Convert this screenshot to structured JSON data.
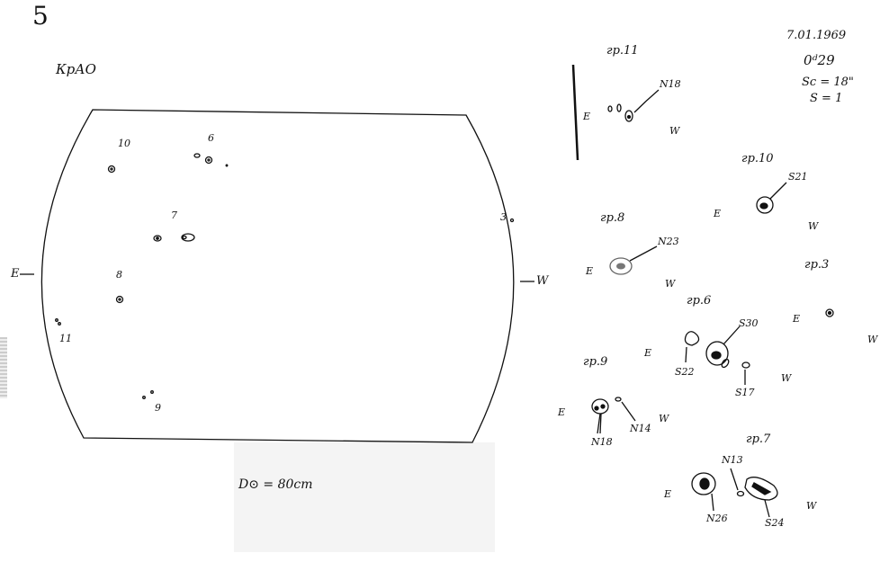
{
  "sheet_number": "5",
  "observatory": "КрАО",
  "disk": {
    "east_label": "E",
    "west_label": "W",
    "groups": [
      {
        "id": "10",
        "label": "10"
      },
      {
        "id": "6",
        "label": "6"
      },
      {
        "id": "7",
        "label": "7"
      },
      {
        "id": "3",
        "label": "3"
      },
      {
        "id": "8",
        "label": "8"
      },
      {
        "id": "11",
        "label": "11"
      },
      {
        "id": "9",
        "label": "9"
      }
    ],
    "diameter_note": "D⊙ = 80cm"
  },
  "header": {
    "date": "7.01.1969",
    "time": "0ᵈ29",
    "sc": "Sc = 18\"",
    "s": "S = 1"
  },
  "details": [
    {
      "group": "гр.11",
      "labels": [
        "N18"
      ]
    },
    {
      "group": "гр.10",
      "labels": [
        "S21"
      ]
    },
    {
      "group": "гр.8",
      "labels": [
        "N23"
      ]
    },
    {
      "group": "гр.3",
      "labels": []
    },
    {
      "group": "гр.6",
      "labels": [
        "S30",
        "S22",
        "S17"
      ]
    },
    {
      "group": "гр.9",
      "labels": [
        "N18",
        "N14"
      ]
    },
    {
      "group": "гр.7",
      "labels": [
        "N13",
        "N26",
        "S24"
      ]
    }
  ],
  "axis_marks": {
    "east": "E",
    "west": "W"
  }
}
